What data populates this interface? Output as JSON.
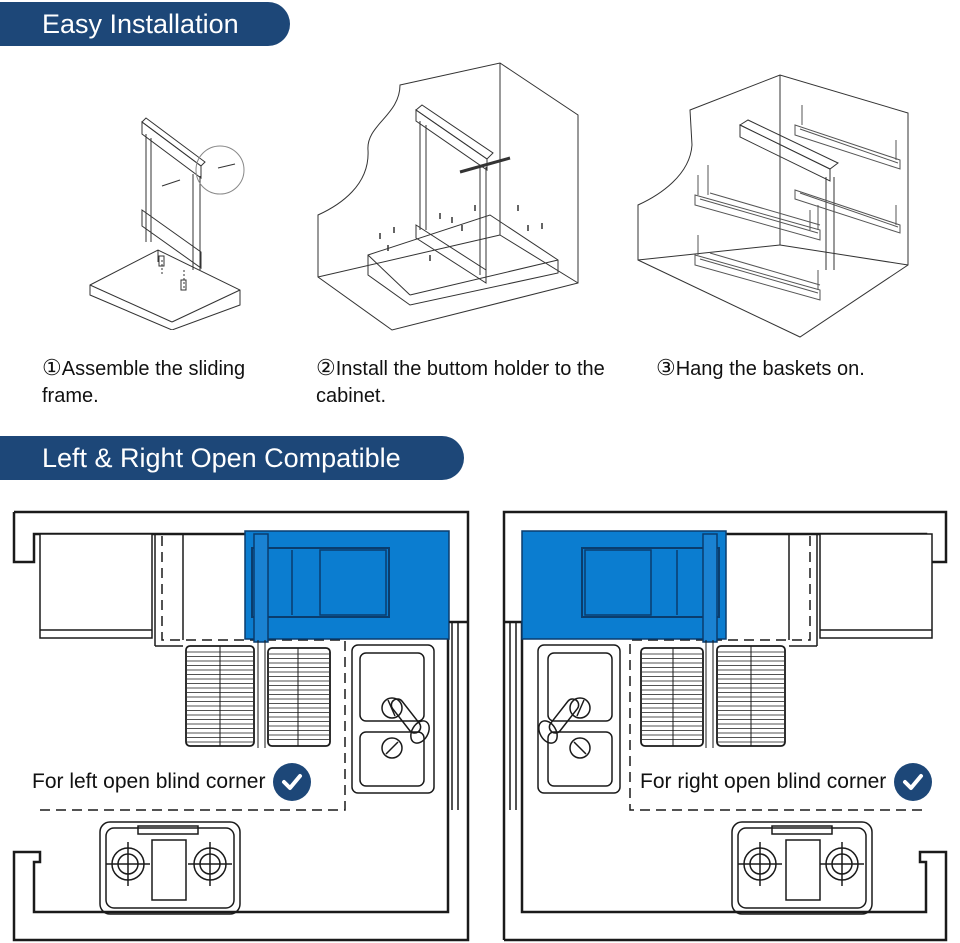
{
  "sections": {
    "installation": {
      "title": "Easy Installation",
      "steps": [
        {
          "num": "①",
          "text": "Assemble the sliding frame."
        },
        {
          "num": "②",
          "text": "Install the buttom holder to the cabinet."
        },
        {
          "num": "③",
          "text": "Hang the baskets on."
        }
      ]
    },
    "compatibility": {
      "title": "Left & Right Open Compatible",
      "plans": [
        {
          "caption": "For left open blind corner",
          "icon": "check-circle-icon"
        },
        {
          "caption": "For right open blind corner",
          "icon": "check-circle-icon"
        }
      ]
    }
  },
  "colors": {
    "banner": "#1d4778",
    "highlight_cabinet": "#0b7dd0",
    "line": "#1a1a1a"
  }
}
